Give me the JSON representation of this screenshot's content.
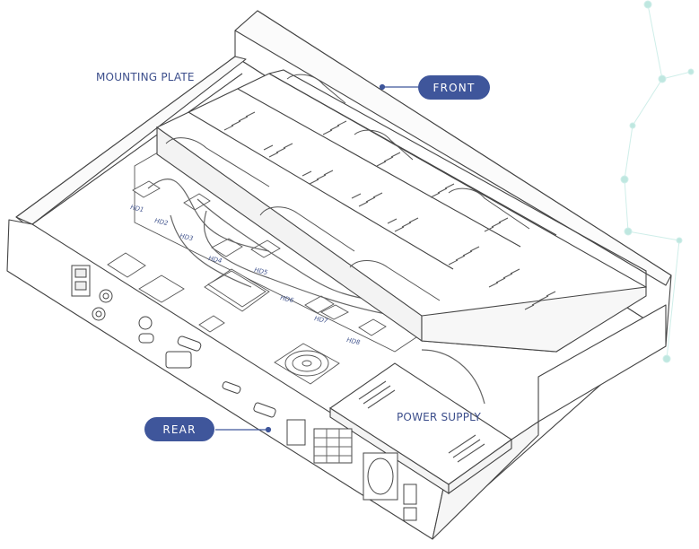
{
  "callouts": {
    "mounting_plate": "MOUNTING PLATE",
    "front": "FRONT",
    "rear": "REAR",
    "power_supply": "POWER SUPPLY"
  },
  "drive_labels": [
    "HD1",
    "HD2",
    "HD3",
    "HD4",
    "HD5",
    "HD6",
    "HD7",
    "HD8"
  ],
  "colors": {
    "callout_fill": "#3f569b",
    "callout_text": "#3d4f8c",
    "line": "#444444",
    "decor": "#a8e0d8"
  }
}
